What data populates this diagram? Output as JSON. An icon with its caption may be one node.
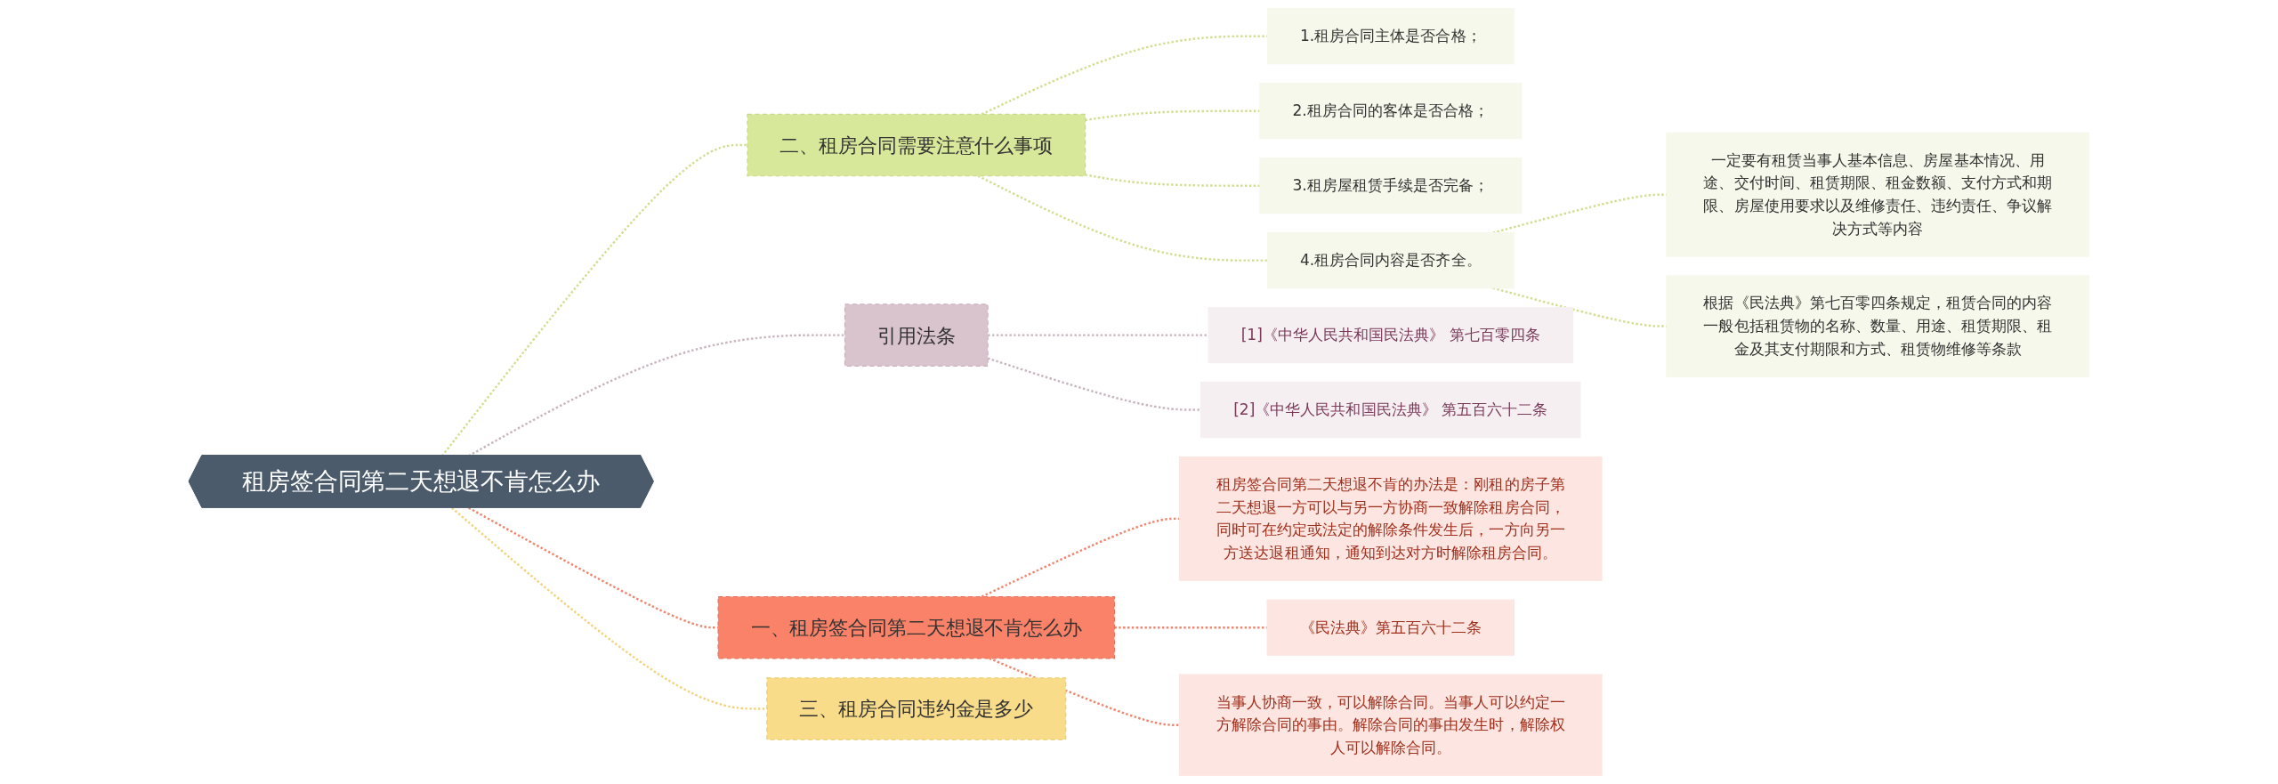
{
  "diagram": {
    "nodes": [
      {
        "text": [
          "租房签合同第二天想退不肯怎么办"
        ]
      },
      {
        "text": [
          "二、租房合同需要注意什么事项"
        ]
      },
      {
        "text": [
          "1.租房合同主体是否合格；"
        ]
      },
      {
        "text": [
          "2.租房合同的客体是否合格；"
        ]
      },
      {
        "text": [
          "3.租房屋租赁手续是否完备；"
        ]
      },
      {
        "text": [
          "4.租房合同内容是否齐全。"
        ]
      },
      {
        "text": [
          "一定要有租赁当事人基本信息、房屋基本情况、用途、交付时间、租赁期限、租金数额、支付方式和期限、房屋使用要求以及维修责任、违约责任、争议解决方式等内容"
        ]
      },
      {
        "text": [
          "根据《民法典》第七百零四条规定，租赁合同的内容一般包括租赁物的名称、数量、用途、租赁期限、租金及其支付期限和方式、租赁物维修等条款"
        ]
      },
      {
        "text": [
          "引用法条"
        ]
      },
      {
        "text": [
          "[1]《中华人民共和国民法典》 第七百零四条"
        ]
      },
      {
        "text": [
          "[2]《中华人民共和国民法典》 第五百六十二条"
        ]
      },
      {
        "text": [
          "一、租房签合同第二天想退不肯怎么办"
        ]
      },
      {
        "text": [
          "租房签合同第二天想退不肯的办法是：刚租的房子第二天想退一方可以与另一方协商一致解除租房合同，同时可在约定或法定的解除条件发生后，一方向另一方送达退租通知，通知到达对方时解除租房合同。"
        ]
      },
      {
        "text": [
          "《民法典》第五百六十二条"
        ]
      },
      {
        "text": [
          "当事人协商一致，可以解除合同。当事人可以约定一方解除合同的事由。解除合同的事由发生时，解除权人可以解除合同。"
        ]
      },
      {
        "text": [
          "三、租房合同违约金是多少"
        ]
      }
    ],
    "edges": [
      {
        "from": 0,
        "to": 1,
        "arrow": "none",
        "style": "dashed"
      },
      {
        "from": 1,
        "to": 2,
        "arrow": "none",
        "style": "dashed"
      },
      {
        "from": 1,
        "to": 3,
        "arrow": "none",
        "style": "dashed"
      },
      {
        "from": 1,
        "to": 4,
        "arrow": "none",
        "style": "dashed"
      },
      {
        "from": 1,
        "to": 5,
        "arrow": "none",
        "style": "dashed"
      },
      {
        "from": 5,
        "to": 6,
        "arrow": "none",
        "style": "dashed"
      },
      {
        "from": 5,
        "to": 7,
        "arrow": "none",
        "style": "dashed"
      },
      {
        "from": 0,
        "to": 8,
        "arrow": "none",
        "style": "dashed",
        "color": "#c9b3bf"
      },
      {
        "from": 8,
        "to": 9,
        "arrow": "none",
        "style": "dashed",
        "color": "#c9b3bf"
      },
      {
        "from": 8,
        "to": 10,
        "arrow": "none",
        "style": "dashed",
        "color": "#c9b3bf"
      },
      {
        "from": 0,
        "to": 11,
        "arrow": "none",
        "style": "dashed",
        "color": "#f0846c"
      },
      {
        "from": 11,
        "to": 12,
        "arrow": "none",
        "style": "dashed",
        "color": "#f0846c"
      },
      {
        "from": 11,
        "to": 13,
        "arrow": "none",
        "style": "dashed",
        "color": "#f0846c"
      },
      {
        "from": 11,
        "to": 14,
        "arrow": "none",
        "style": "dashed",
        "color": "#f0846c"
      },
      {
        "from": 0,
        "to": 15,
        "arrow": "none",
        "style": "dashed",
        "color": "#f2d27a"
      }
    ]
  }
}
